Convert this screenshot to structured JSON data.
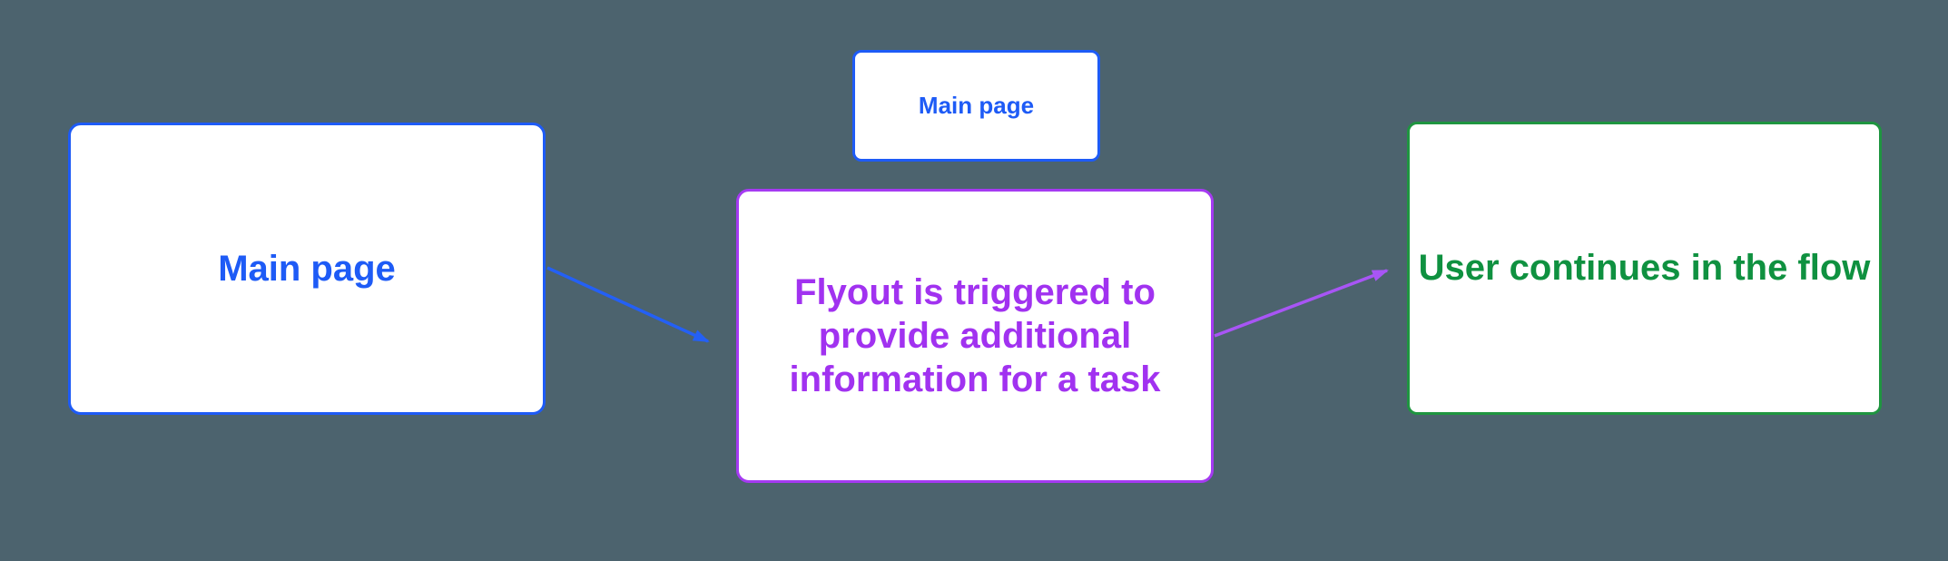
{
  "canvas": {
    "background": "#4c636e"
  },
  "palette": {
    "node_fill": "#ffffff",
    "blue": "#1e5bf6",
    "purple_border": "#a53af2",
    "purple_text": "#a132f0",
    "green_border": "#1f9540",
    "green_text": "#0f9140",
    "arrow_blue": "#2460f5",
    "arrow_purple": "#a855f5"
  },
  "nodes": {
    "main_left": {
      "label": "Main page",
      "text_color": "#1e5bf6",
      "border_color": "#1e5bf6",
      "fill": "#ffffff"
    },
    "main_top": {
      "label": "Main page",
      "text_color": "#1e5bf6",
      "border_color": "#1e5bf6",
      "fill": "#ffffff"
    },
    "flyout": {
      "label": "Flyout is triggered to provide additional information for a task",
      "text_color": "#a132f0",
      "border_color": "#a53af2",
      "fill": "#ffffff"
    },
    "outcome": {
      "label": "User continues in the flow",
      "text_color": "#0f9140",
      "border_color": "#1f9540",
      "fill": "#ffffff"
    }
  },
  "edges": {
    "blue": {
      "from": "main_left",
      "to": "flyout",
      "color": "#2460f5"
    },
    "purple": {
      "from": "flyout",
      "to": "outcome",
      "color": "#a855f5"
    }
  }
}
